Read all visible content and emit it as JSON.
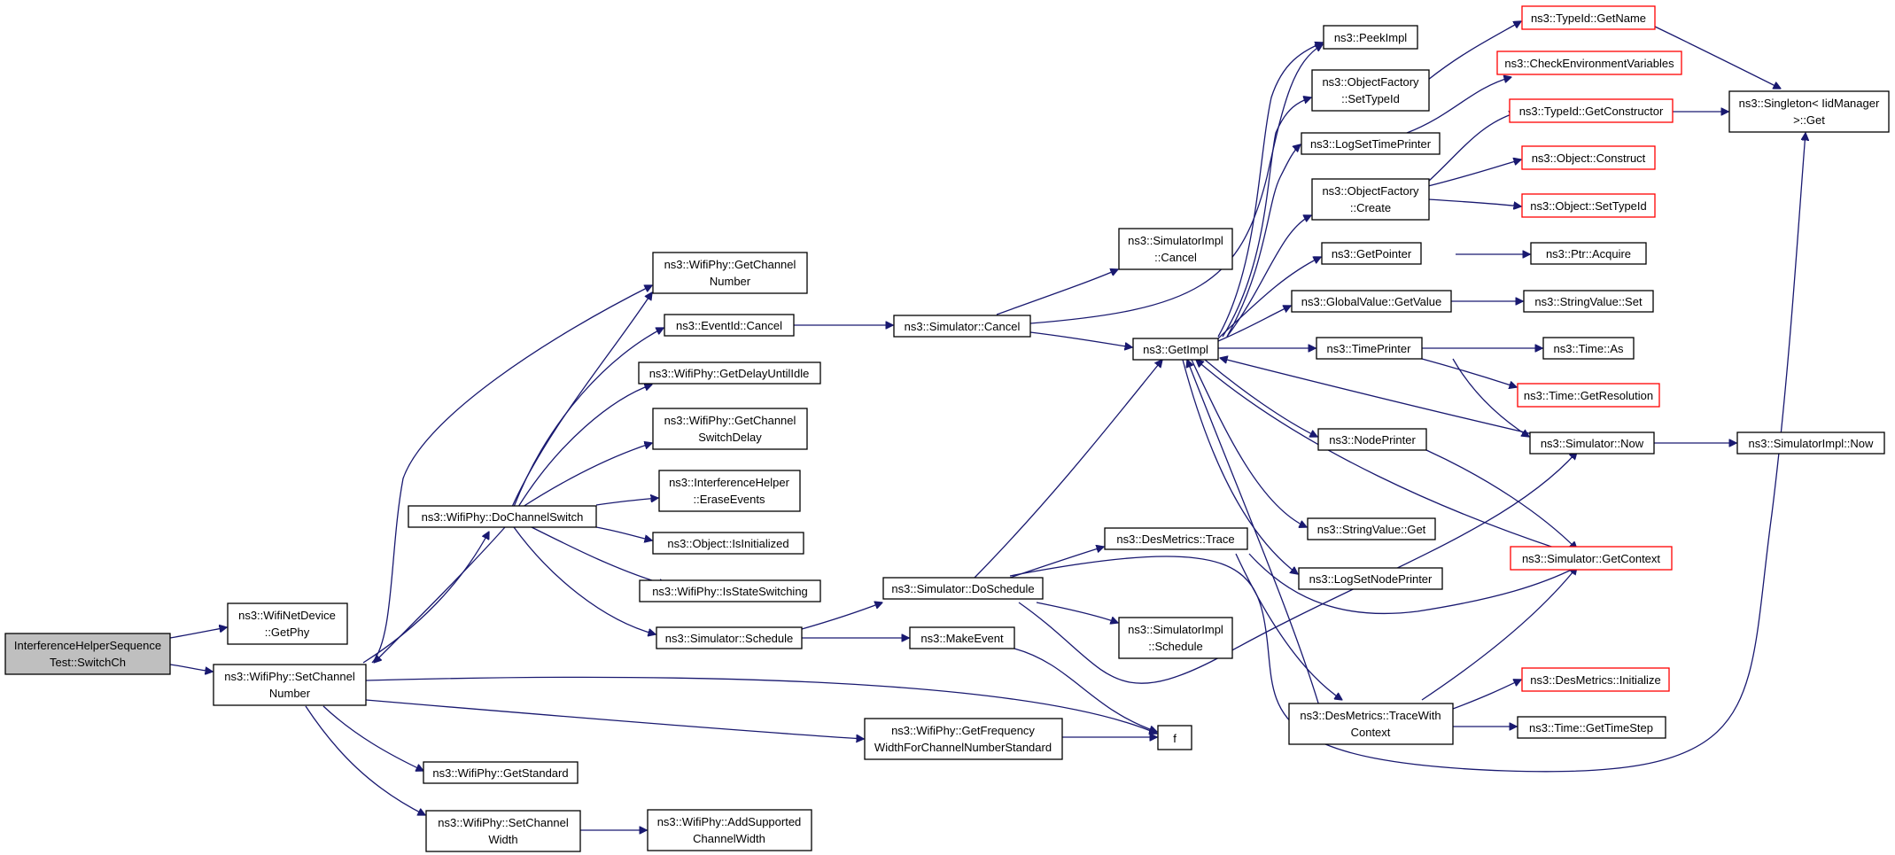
{
  "colors": {
    "edge": "#191970",
    "truncated_border": "#ff0000",
    "root_fill": "#bfbfbf",
    "node_border": "#000000"
  },
  "nodes": {
    "root": [
      "InterferenceHelperSequence",
      "Test::SwitchCh"
    ],
    "wifinetdev_getphy": [
      "ns3::WifiNetDevice",
      "::GetPhy"
    ],
    "setchannelnumber": [
      "ns3::WifiPhy::SetChannel",
      "Number"
    ],
    "dochannelswitch": [
      "ns3::WifiPhy::DoChannelSwitch"
    ],
    "getchannelnumber": [
      "ns3::WifiPhy::GetChannel",
      "Number"
    ],
    "eventid_cancel": [
      "ns3::EventId::Cancel"
    ],
    "getdelayuntilidle": [
      "ns3::WifiPhy::GetDelayUntilIdle"
    ],
    "getchannelswitchdelay": [
      "ns3::WifiPhy::GetChannel",
      "SwitchDelay"
    ],
    "eraseevents": [
      "ns3::InterferenceHelper",
      "::EraseEvents"
    ],
    "isinitialized": [
      "ns3::Object::IsInitialized"
    ],
    "isstateswitching": [
      "ns3::WifiPhy::IsStateSwitching"
    ],
    "simulator_schedule": [
      "ns3::Simulator::Schedule"
    ],
    "getstandard": [
      "ns3::WifiPhy::GetStandard"
    ],
    "setchannelwidth": [
      "ns3::WifiPhy::SetChannel",
      "Width"
    ],
    "addsupportedchannelwidth": [
      "ns3::WifiPhy::AddSupported",
      "ChannelWidth"
    ],
    "simulator_cancel": [
      "ns3::Simulator::Cancel"
    ],
    "simulator_doschedule": [
      "ns3::Simulator::DoSchedule"
    ],
    "makeevent": [
      "ns3::MakeEvent"
    ],
    "getfrequencywidth": [
      "ns3::WifiPhy::GetFrequency",
      "WidthForChannelNumberStandard"
    ],
    "simimpl_cancel": [
      "ns3::SimulatorImpl",
      "::Cancel"
    ],
    "getimpl": [
      "ns3::GetImpl"
    ],
    "desmetrics_trace": [
      "ns3::DesMetrics::Trace"
    ],
    "simimpl_schedule": [
      "ns3::SimulatorImpl",
      "::Schedule"
    ],
    "f": [
      "f"
    ],
    "peekimpl": [
      "ns3::PeekImpl"
    ],
    "objfactory_settypeid": [
      "ns3::ObjectFactory",
      "::SetTypeId"
    ],
    "logsettimeprinter": [
      "ns3::LogSetTimePrinter"
    ],
    "objfactory_create": [
      "ns3::ObjectFactory",
      "::Create"
    ],
    "getpointer": [
      "ns3::GetPointer"
    ],
    "globalvalue_getvalue": [
      "ns3::GlobalValue::GetValue"
    ],
    "timeprinter": [
      "ns3::TimePrinter"
    ],
    "nodeprinter": [
      "ns3::NodePrinter"
    ],
    "stringvalue_get": [
      "ns3::StringValue::Get"
    ],
    "logsetnodeprinter": [
      "ns3::LogSetNodePrinter"
    ],
    "desmetrics_tracewithcontext": [
      "ns3::DesMetrics::TraceWith",
      "Context"
    ],
    "typeid_getname": [
      "ns3::TypeId::GetName"
    ],
    "checkenvvars": [
      "ns3::CheckEnvironmentVariables"
    ],
    "typeid_getconstructor": [
      "ns3::TypeId::GetConstructor"
    ],
    "object_construct": [
      "ns3::Object::Construct"
    ],
    "object_settypeid": [
      "ns3::Object::SetTypeId"
    ],
    "ptr_acquire": [
      "ns3::Ptr::Acquire"
    ],
    "stringvalue_set": [
      "ns3::StringValue::Set"
    ],
    "time_as": [
      "ns3::Time::As"
    ],
    "time_getresolution": [
      "ns3::Time::GetResolution"
    ],
    "simulator_now": [
      "ns3::Simulator::Now"
    ],
    "simulator_getcontext": [
      "ns3::Simulator::GetContext"
    ],
    "desmetrics_initialize": [
      "ns3::DesMetrics::Initialize"
    ],
    "time_gettimestep": [
      "ns3::Time::GetTimeStep"
    ],
    "singleton_get": [
      "ns3::Singleton< IidManager",
      ">::Get"
    ],
    "simimpl_now": [
      "ns3::SimulatorImpl::Now"
    ]
  }
}
